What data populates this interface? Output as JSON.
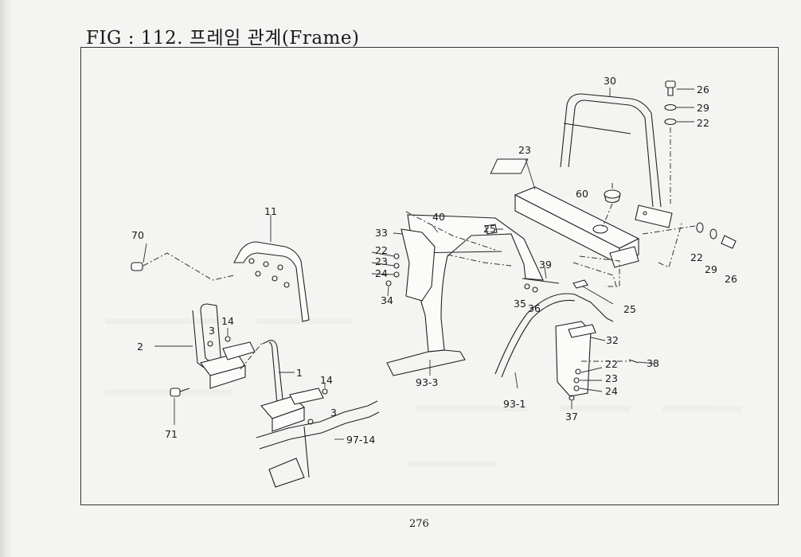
{
  "figure": {
    "title": "FIG : 112. 프레임 관계(Frame)",
    "page_number": "276"
  },
  "callouts": [
    {
      "id": "c-30",
      "text": "30"
    },
    {
      "id": "c-26a",
      "text": "26"
    },
    {
      "id": "c-29a",
      "text": "29"
    },
    {
      "id": "c-22a",
      "text": "22"
    },
    {
      "id": "c-23a",
      "text": "23"
    },
    {
      "id": "c-60",
      "text": "60"
    },
    {
      "id": "c-11",
      "text": "11"
    },
    {
      "id": "c-70",
      "text": "70"
    },
    {
      "id": "c-40",
      "text": "40"
    },
    {
      "id": "c-33",
      "text": "33"
    },
    {
      "id": "c-25a",
      "text": "25"
    },
    {
      "id": "c-22b",
      "text": "22"
    },
    {
      "id": "c-23b",
      "text": "23"
    },
    {
      "id": "c-24a",
      "text": "24"
    },
    {
      "id": "c-34",
      "text": "34"
    },
    {
      "id": "c-39",
      "text": "39"
    },
    {
      "id": "c-35",
      "text": "35"
    },
    {
      "id": "c-36",
      "text": "36"
    },
    {
      "id": "c-25b",
      "text": "25"
    },
    {
      "id": "c-22c",
      "text": "22"
    },
    {
      "id": "c-29b",
      "text": "29"
    },
    {
      "id": "c-26b",
      "text": "26"
    },
    {
      "id": "c-14a",
      "text": "14"
    },
    {
      "id": "c-3a",
      "text": "3"
    },
    {
      "id": "c-2",
      "text": "2"
    },
    {
      "id": "c-1",
      "text": "1"
    },
    {
      "id": "c-14b",
      "text": "14"
    },
    {
      "id": "c-3b",
      "text": "3"
    },
    {
      "id": "c-71",
      "text": "71"
    },
    {
      "id": "c-97-14",
      "text": "97-14"
    },
    {
      "id": "c-32",
      "text": "32"
    },
    {
      "id": "c-38",
      "text": "38"
    },
    {
      "id": "c-22d",
      "text": "22"
    },
    {
      "id": "c-23c",
      "text": "23"
    },
    {
      "id": "c-24b",
      "text": "24"
    },
    {
      "id": "c-93-3",
      "text": "93-3"
    },
    {
      "id": "c-93-1",
      "text": "93-1"
    },
    {
      "id": "c-37",
      "text": "37"
    }
  ]
}
